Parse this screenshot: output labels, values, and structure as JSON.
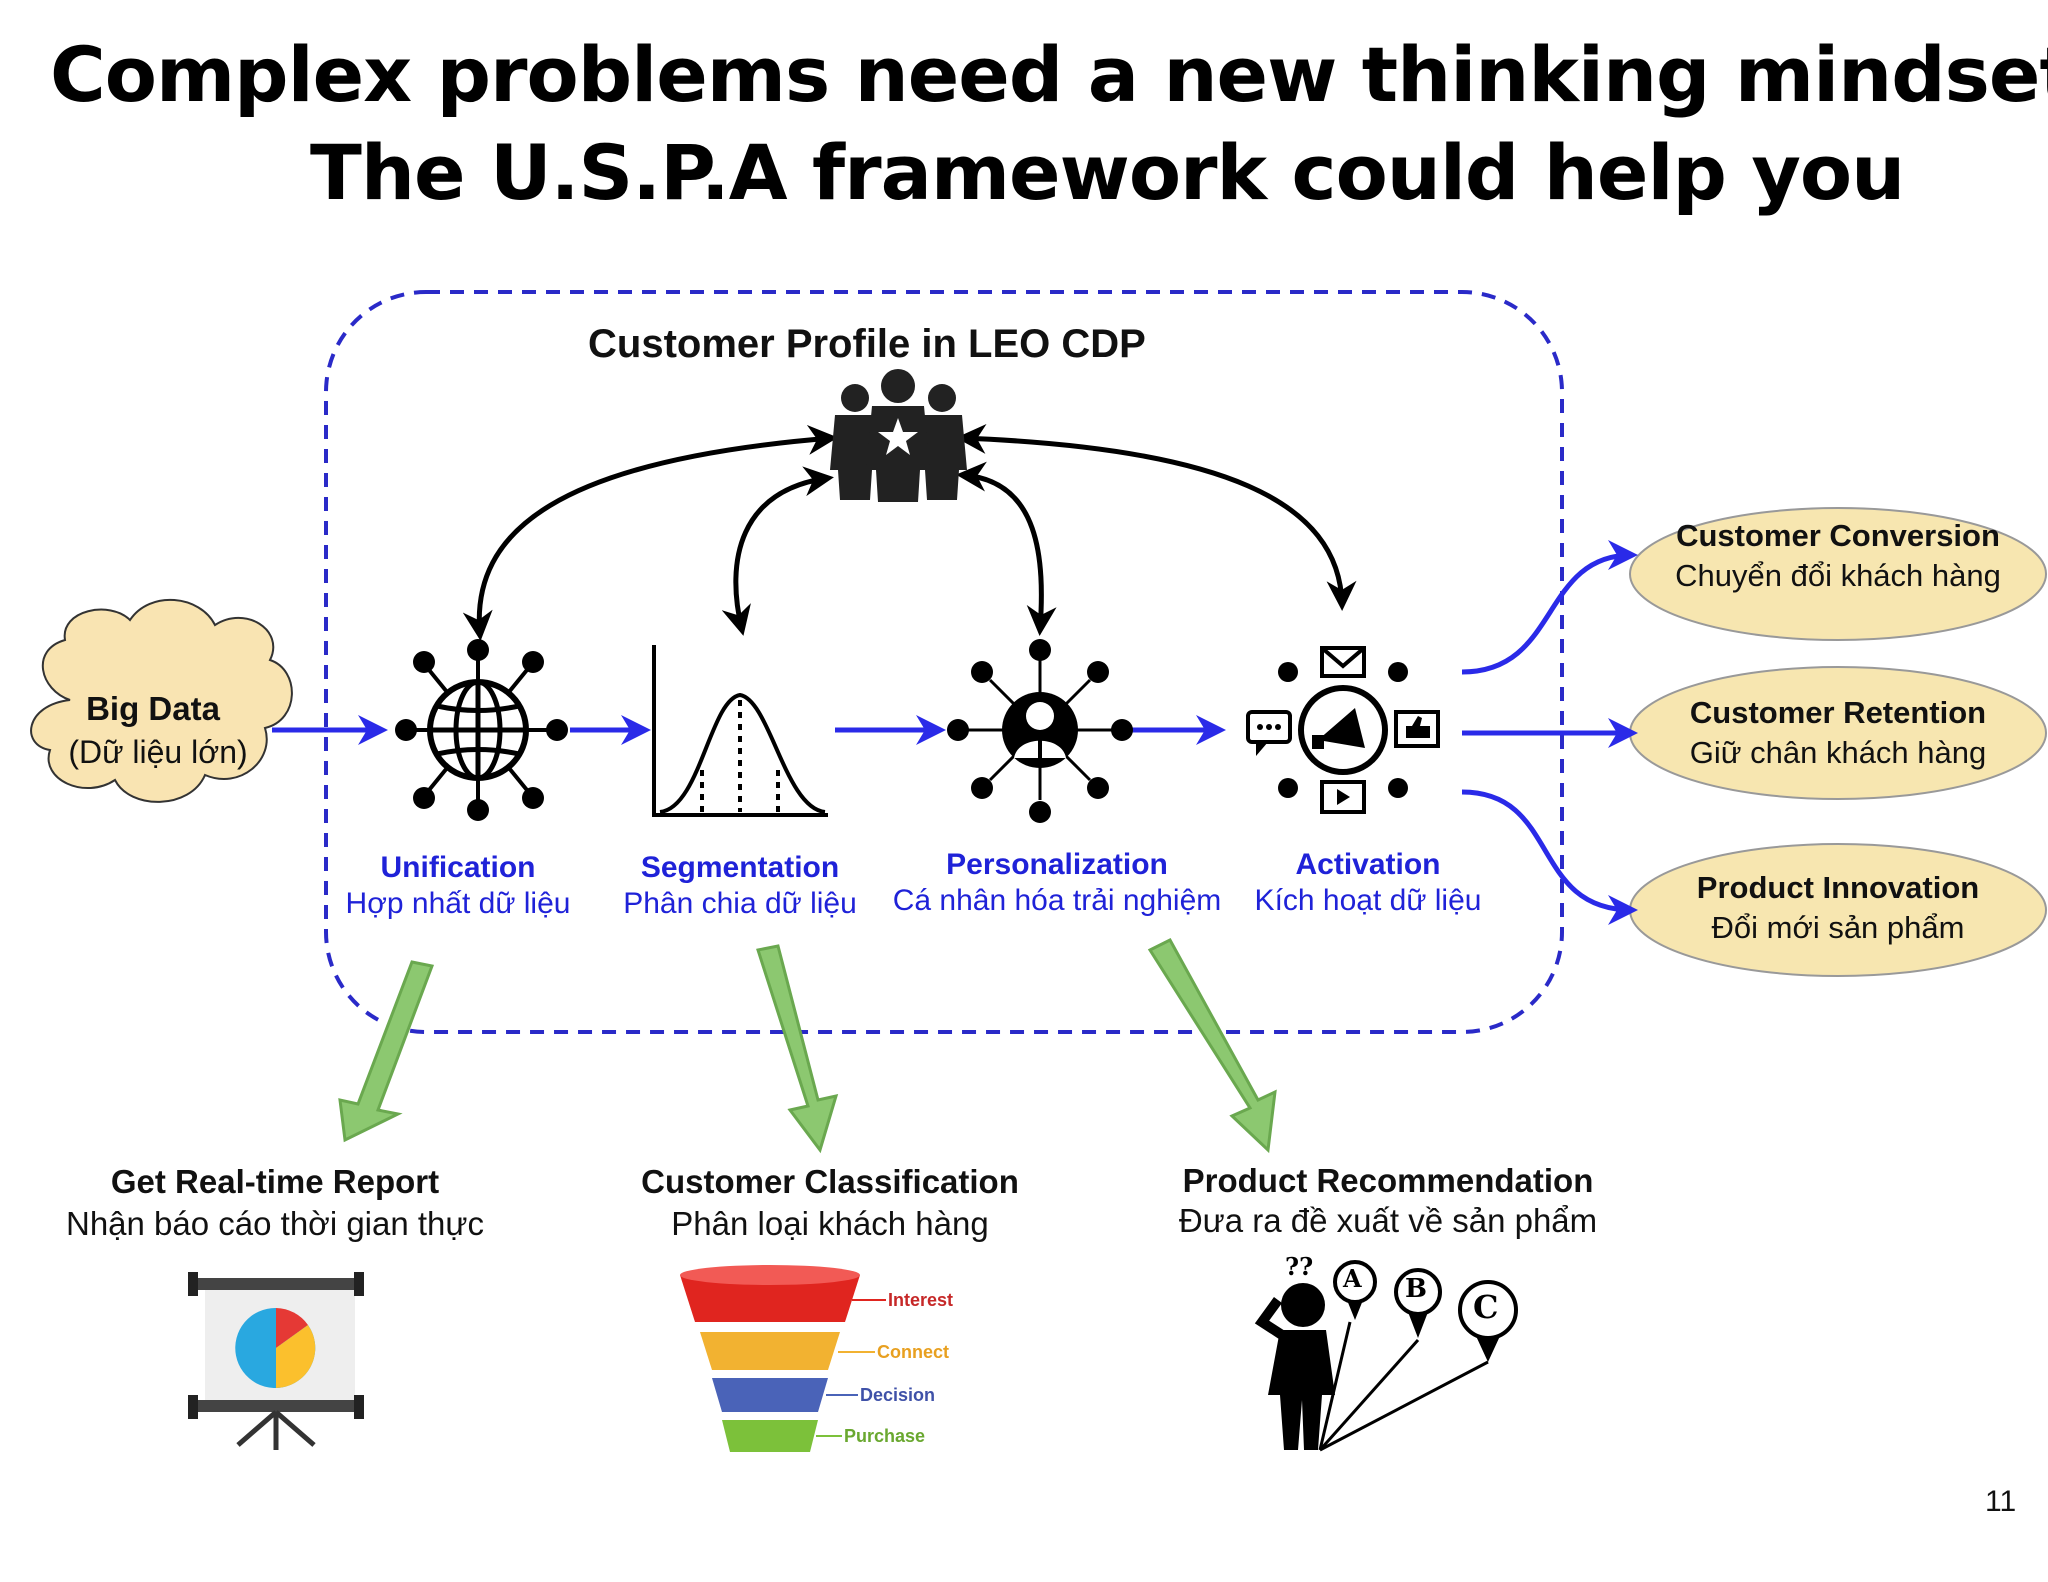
{
  "title": {
    "line1": "Complex problems need a new thinking mindset.",
    "line2": "The U.S.P.A framework could help you"
  },
  "frame": {
    "title": "Customer Profile in LEO CDP"
  },
  "input": {
    "title": "Big Data",
    "subtitle": "(Dữ liệu lớn)"
  },
  "stages": [
    {
      "title": "Unification",
      "subtitle": "Hợp nhất dữ liệu"
    },
    {
      "title": "Segmentation",
      "subtitle": "Phân chia dữ liệu"
    },
    {
      "title": "Personalization",
      "subtitle": "Cá nhân hóa trải nghiệm"
    },
    {
      "title": "Activation",
      "subtitle": "Kích hoạt dữ liệu"
    }
  ],
  "outcomes": [
    {
      "title": "Customer Conversion",
      "subtitle": "Chuyển đổi khách hàng"
    },
    {
      "title": "Customer Retention",
      "subtitle": "Giữ chân khách hàng"
    },
    {
      "title": "Product Innovation",
      "subtitle": "Đổi mới sản phẩm"
    }
  ],
  "results": [
    {
      "title": "Get Real-time Report",
      "subtitle": "Nhận báo cáo thời gian thực"
    },
    {
      "title": "Customer Classification",
      "subtitle": "Phân loại khách hàng"
    },
    {
      "title": "Product Recommendation",
      "subtitle": "Đưa ra đề xuất về sản phẩm"
    }
  ],
  "funnel": {
    "levels": [
      {
        "label": "Interest",
        "color": "#e0251f"
      },
      {
        "label": "Connect",
        "color": "#f2b231"
      },
      {
        "label": "Decision",
        "color": "#4a63b8"
      },
      {
        "label": "Purchase",
        "color": "#7cc13a"
      }
    ]
  },
  "recommendation": {
    "options": [
      "A",
      "B",
      "C"
    ],
    "mark": "??"
  },
  "page_number": "11",
  "colors": {
    "stage_text": "#1f22d8",
    "flow_arrow": "#2a2ae8",
    "green_arrow": "#8cc870",
    "ellipse_fill": "#f7e6b0",
    "cloud_fill": "#f9e4b2",
    "frame_border": "#2a2ac8"
  },
  "icons": [
    "globe-network-icon",
    "bell-curve-icon",
    "person-network-icon",
    "megaphone-network-icon",
    "team-star-icon",
    "presentation-chart-icon",
    "sales-funnel-icon",
    "confused-person-icon"
  ]
}
